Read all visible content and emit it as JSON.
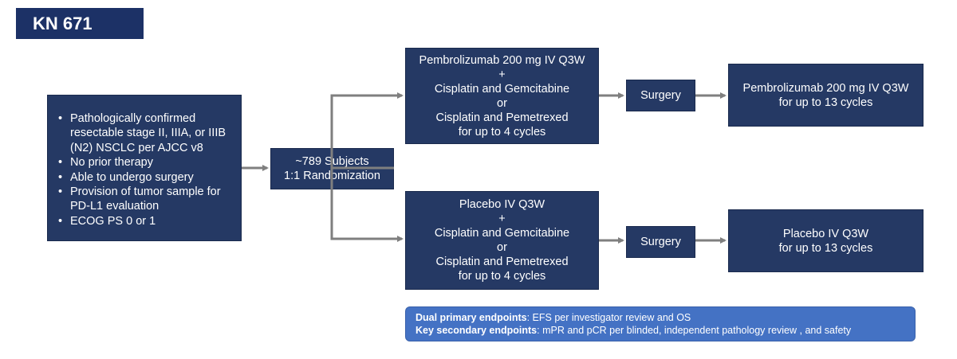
{
  "title": "KN 671",
  "criteria": {
    "items": [
      "Pathologically confirmed resectable stage II, IIIA, or IIIB (N2) NSCLC per AJCC v8",
      "No prior therapy",
      "Able to undergo surgery",
      "Provision of tumor sample for PD-L1 evaluation",
      "ECOG PS 0 or 1"
    ]
  },
  "randomization": {
    "line1": "~789 Subjects",
    "line2": "1:1 Randomization"
  },
  "arm1": {
    "lines": [
      "Pembrolizumab 200 mg IV Q3W",
      "+",
      "Cisplatin and Gemcitabine",
      "or",
      "Cisplatin and Pemetrexed",
      "for up to 4 cycles"
    ]
  },
  "arm2": {
    "lines": [
      "Placebo IV Q3W",
      "+",
      "Cisplatin and Gemcitabine",
      "or",
      "Cisplatin and Pemetrexed",
      "for up to 4 cycles"
    ]
  },
  "surgery": {
    "label1": "Surgery",
    "label2": "Surgery"
  },
  "adjuvant1": {
    "line1": "Pembrolizumab 200 mg IV Q3W",
    "line2": "for up to 13 cycles"
  },
  "adjuvant2": {
    "line1": "Placebo IV Q3W",
    "line2": "for up to 13 cycles"
  },
  "endpoints": {
    "primary_label": "Dual primary endpoints",
    "primary_text": ": EFS per investigator review and OS",
    "secondary_label": "Key secondary endpoints",
    "secondary_text": ": mPR and pCR per blinded, independent pathology review , and safety"
  },
  "colors": {
    "box": "#253964",
    "title_box": "#1c3166",
    "endpoints_box": "#4472c4",
    "arrow": "#7f7f7f"
  }
}
